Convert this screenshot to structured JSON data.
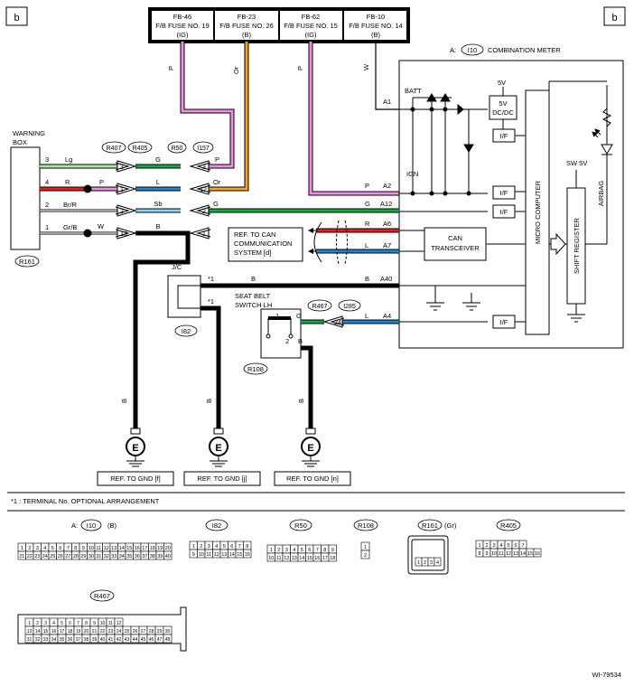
{
  "corner_tag_left": "b",
  "corner_tag_right": "b",
  "fuses": [
    {
      "id": "FB-46",
      "name": "F/B FUSE NO. 19",
      "supply": "(IG)"
    },
    {
      "id": "FB-23",
      "name": "F/B FUSE NO. 26",
      "supply": "(B)"
    },
    {
      "id": "FB-62",
      "name": "F/B FUSE NO. 15",
      "supply": "(IG)"
    },
    {
      "id": "FB-10",
      "name": "F/B FUSE NO. 14",
      "supply": "(B)"
    }
  ],
  "fuse_wire_colors": [
    "P",
    "Or",
    "P",
    "W"
  ],
  "meter": {
    "prefix": "A:",
    "connector": "I10",
    "title": "COMBINATION METER",
    "batt": "BATT",
    "ign": "IGN",
    "five_v": "5V",
    "dcdc_line1": "5V",
    "dcdc_line2": "DC/DC",
    "sw5v": "SW 5V",
    "if": "I/F",
    "can_line1": "CAN",
    "can_line2": "TRANSCEIVER",
    "micro": "MICRO COMPUTER",
    "shift": "SHIFT REGISTER",
    "airbag": "AIRBAG",
    "pins": [
      "A1",
      "A2",
      "A12",
      "A6",
      "A7",
      "A40",
      "A4"
    ]
  },
  "warning_box": {
    "line1": "WARNING",
    "line2": "BOX",
    "connector": "R161"
  },
  "wb_pins": [
    "3",
    "4",
    "2",
    "1"
  ],
  "wb_colors": [
    "Lg",
    "R",
    "Br/R",
    "Gr/B"
  ],
  "conn_labels": [
    "R407",
    "R405",
    "R50",
    "I157"
  ],
  "left_conn_pins": [
    "3",
    "1",
    "2",
    "13"
  ],
  "right_conn_pins": [
    "3",
    "12",
    "2",
    "1"
  ],
  "mid_colors": [
    "G",
    "L",
    "Sb",
    "B"
  ],
  "mid_left_colors": [
    "P",
    "W"
  ],
  "right_wire_colors": [
    "P",
    "Or",
    "G"
  ],
  "meter_wire_colors": [
    "P",
    "G",
    "R",
    "L",
    "B",
    "L"
  ],
  "can_ref": {
    "line1": "REF. TO CAN",
    "line2": "COMMUNICATION",
    "line3": "SYSTEM [d]"
  },
  "jc": {
    "label": "J/C",
    "connector": "I82",
    "note": "*1",
    "wire": "B"
  },
  "seat_belt": {
    "line1": "SEAT BELT",
    "line2": "SWITCH LH",
    "connector": "R108",
    "pin1": "1",
    "pin2": "2",
    "wire1": "G",
    "wire2": "B"
  },
  "belt_conn": {
    "labels": [
      "R467",
      "I285"
    ],
    "pin": "24"
  },
  "ground_wire_colors": [
    "B",
    "B",
    "B"
  ],
  "ground_symbol": "E",
  "ground_refs": [
    "REF. TO GND [f]",
    "REF. TO GND [j]",
    "REF. TO GND [n]"
  ],
  "footnote": "*1  : TERMINAL No. OPTIONAL ARRANGEMENT",
  "connectors_view": {
    "i10": {
      "prefix": "A:",
      "label": "I10",
      "suffix": "(B)",
      "row1": [
        "1",
        "2",
        "3",
        "4",
        "5",
        "6",
        "7",
        "8",
        "9",
        "10",
        "11",
        "12",
        "13",
        "14",
        "15",
        "16",
        "17",
        "18",
        "19",
        "20"
      ],
      "row2": [
        "21",
        "22",
        "23",
        "24",
        "25",
        "26",
        "27",
        "28",
        "29",
        "30",
        "31",
        "32",
        "33",
        "34",
        "35",
        "36",
        "37",
        "38",
        "39",
        "40"
      ]
    },
    "i82": {
      "label": "I82",
      "row1": [
        "1",
        "2",
        "3",
        "4",
        "5",
        "6",
        "7",
        "8"
      ],
      "row2": [
        "9",
        "10",
        "11",
        "12",
        "13",
        "14",
        "15",
        "16"
      ]
    },
    "r50": {
      "label": "R50",
      "row1": [
        "1",
        "2",
        "3",
        "4",
        "5",
        "6",
        "7",
        "8",
        "9"
      ],
      "row2": [
        "10",
        "11",
        "12",
        "13",
        "14",
        "15",
        "16",
        "17",
        "18"
      ]
    },
    "r108": {
      "label": "R108",
      "row1": [
        "1"
      ],
      "row2": [
        "2"
      ]
    },
    "r161": {
      "label": "R161",
      "suffix": "(Gr)",
      "row1": [
        "1",
        "2",
        "3",
        "4"
      ]
    },
    "r405": {
      "label": "R405",
      "row1": [
        "1",
        "2",
        "3",
        "4",
        "5",
        "6",
        "7"
      ],
      "row2": [
        "8",
        "9",
        "10",
        "11",
        "12",
        "13",
        "14",
        "15",
        "16"
      ]
    },
    "r467": {
      "label": "R467",
      "row1": [
        "1",
        "2",
        "3",
        "4",
        "5",
        "6",
        "7",
        "8",
        "9",
        "10",
        "11",
        "12"
      ],
      "row2": [
        "13",
        "14",
        "15",
        "16",
        "17",
        "18",
        "19",
        "20",
        "21",
        "22",
        "23",
        "24",
        "25",
        "26",
        "27",
        "28",
        "29",
        "30"
      ],
      "row3": [
        "31",
        "32",
        "33",
        "34",
        "35",
        "36",
        "37",
        "38",
        "39",
        "40",
        "41",
        "42",
        "43",
        "44",
        "45",
        "46",
        "47",
        "48"
      ]
    }
  },
  "figure_id": "WI-79534",
  "colors": {
    "pink": "#ee8fe0",
    "orange": "#f2a22a",
    "lightgreen": "#a6ec9c",
    "green": "#18a84a",
    "red": "#e8201c",
    "blue": "#1e84d6",
    "black": "#000000"
  }
}
